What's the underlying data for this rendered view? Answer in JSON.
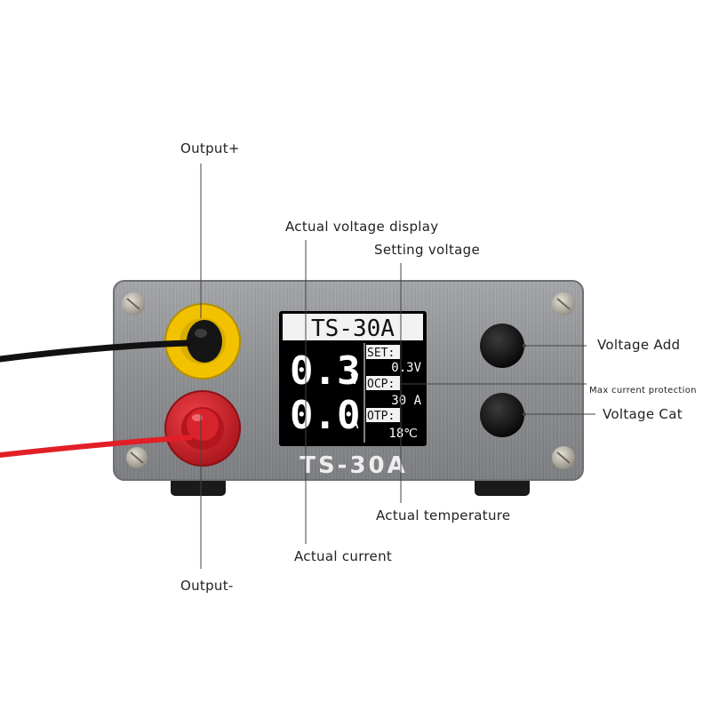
{
  "device": {
    "model_title": "TS-30A",
    "panel_label": "TS-30A",
    "lcd": {
      "voltage_value": "0.3",
      "voltage_unit": "V",
      "current_value": "0.0",
      "current_unit": "A",
      "set_label": "SET:",
      "set_value": "0.3V",
      "ocp_label": "OCP:",
      "ocp_value": "30 A",
      "otp_label": "OTP:",
      "otp_value": "18℃"
    }
  },
  "callouts": {
    "output_plus": "Output+",
    "output_minus": "Output-",
    "actual_voltage_display": "Actual voltage display",
    "setting_voltage": "Setting voltage",
    "voltage_add": "Voltage Add",
    "max_current_protection": "Max current protection",
    "voltage_cat": "Voltage Cat",
    "actual_temperature": "Actual temperature",
    "actual_current": "Actual current"
  },
  "colors": {
    "panel": "#8e9093",
    "lcd_bg": "#000000",
    "lcd_title_bg": "#f2f2f2",
    "terminal_positive": "#f2c200",
    "terminal_negative": "#d41c24",
    "wire_black": "#111111",
    "wire_red": "#e21f26"
  }
}
